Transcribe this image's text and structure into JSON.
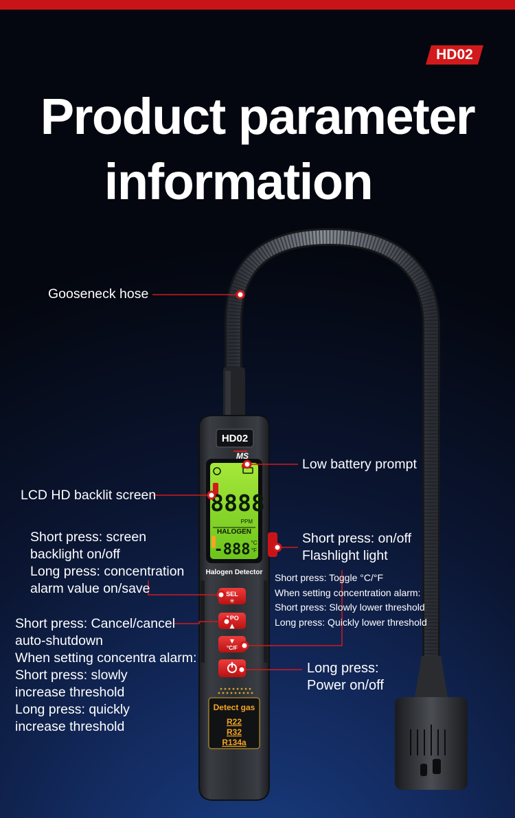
{
  "header": {
    "model_badge": "HD02"
  },
  "title": {
    "line1": "Product parameter",
    "line2": "information"
  },
  "device": {
    "model_label": "HD02",
    "brand": "MS",
    "screen": {
      "main_digits": "8888",
      "unit": "PPM",
      "gas_label": "HALOGEN",
      "temp_digits": "-888",
      "temp_unit_c": "°C",
      "temp_unit_f": "°F"
    },
    "name_plate": "Halogen Detector",
    "buttons": {
      "sel": "SEL",
      "apo": "APO",
      "cf": "°C/F"
    },
    "detect_panel": {
      "title": "Detect gas",
      "gases": [
        "R22",
        "R32",
        "R134a"
      ]
    }
  },
  "callouts": {
    "gooseneck": "Gooseneck hose",
    "low_battery": "Low battery prompt",
    "lcd": "LCD HD backlit screen",
    "sel_desc": [
      "Short press: screen",
      "backlight on/off",
      "Long press: concentration",
      "alarm value on/save"
    ],
    "flashlight": [
      "Short press: on/off",
      "Flashlight light"
    ],
    "cf_desc": [
      "Short press: Toggle °C/°F",
      "When setting concentration alarm:",
      "Short press: Slowly lower threshold",
      "Long press: Quickly lower threshold"
    ],
    "apo_desc": [
      "Short press: Cancel/cancel",
      "auto-shutdown",
      "When setting concentra alarm:",
      "Short press: slowly",
      "increase threshold",
      "Long press: quickly",
      "increase threshold"
    ],
    "power": [
      "Long press:",
      "Power on/off"
    ]
  },
  "colors": {
    "accent_red": "#d11a1c",
    "lcd_green": "#7ed321",
    "detect_text": "#f5a623"
  }
}
